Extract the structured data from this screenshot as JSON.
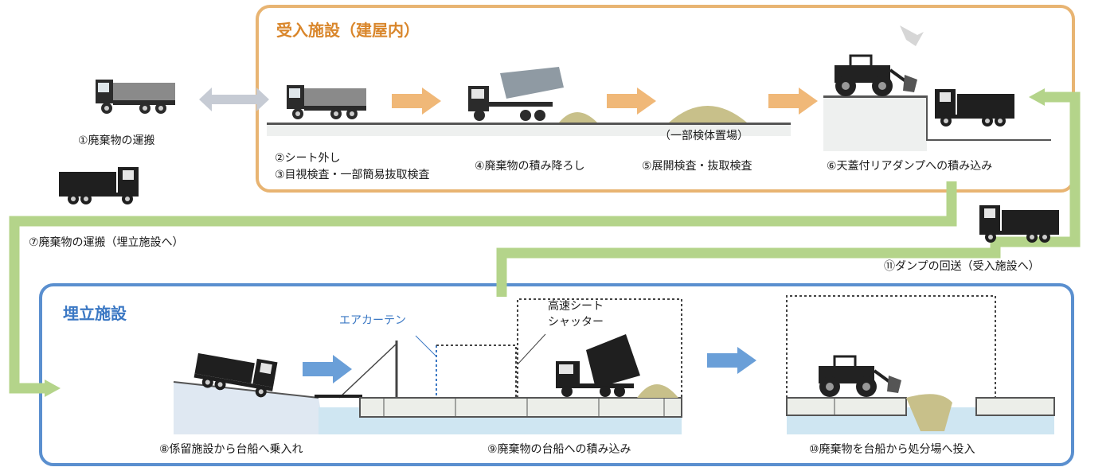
{
  "reception": {
    "title": "受入施設（建屋内）",
    "sample_area": "（一部検体置場）",
    "step2": "②シート外し",
    "step3": "③目視検査・一部簡易抜取検査",
    "step4": "④廃棄物の積み降ろし",
    "step5": "⑤展開検査・抜取検査",
    "step6": "⑥天蓋付リアダンプへの積み込み"
  },
  "transport": {
    "step1": "①廃棄物の運搬",
    "step7": "⑦廃棄物の運搬（埋立施設へ）",
    "step11": "⑪ダンプの回送（受入施設へ）"
  },
  "landfill": {
    "title": "埋立施設",
    "air_curtain": "エアカーテン",
    "shutter_line1": "高速シート",
    "shutter_line2": "シャッター",
    "step8": "⑧係留施設から台船へ乗入れ",
    "step9": "⑨廃棄物の台船への積み込み",
    "step10": "⑩廃棄物を台船から処分場へ投入"
  },
  "colors": {
    "reception_border": "#e8b472",
    "landfill_border": "#5a8fcf",
    "flow_green": "#b4d48a",
    "arrow_orange": "#f0b878",
    "arrow_blue": "#6a9fd8",
    "waste_pile": "#c8c08a",
    "water": "#cfe6f2"
  }
}
